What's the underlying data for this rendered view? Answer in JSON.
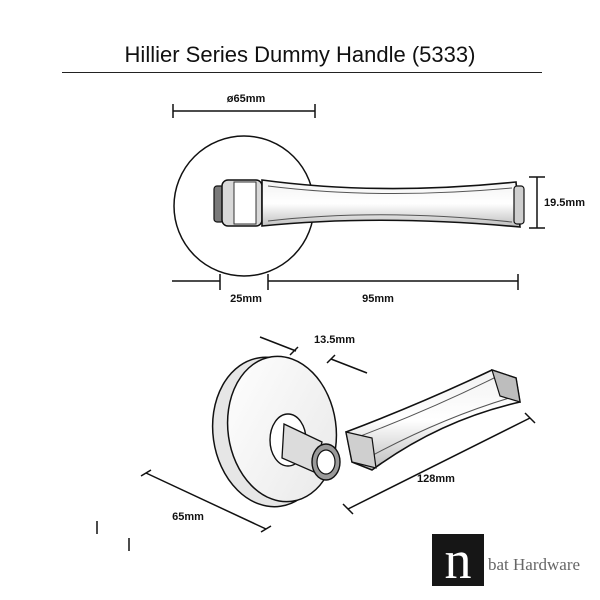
{
  "title": "Hillier Series Dummy Handle (5333)",
  "dimensions": {
    "rose_diameter": "ø65mm",
    "lever_height": "19.5mm",
    "offset": "25mm",
    "lever_length_top": "95mm",
    "thickness": "13.5mm",
    "rose_side": "65mm",
    "lever_length_side": "128mm"
  },
  "logo": {
    "letter": "n",
    "text": "bat Hardware"
  }
}
